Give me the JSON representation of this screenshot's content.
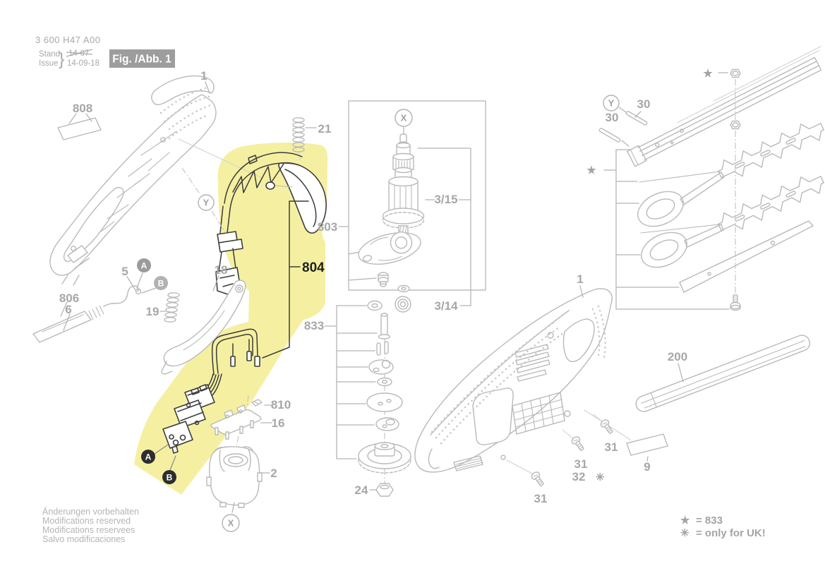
{
  "header": {
    "part_code": "3 600 H47 A00",
    "stand": "Stand",
    "issue": "Issue",
    "brace": "}",
    "date_old": "14-07",
    "date_new": "14-09-18",
    "figure": "Fig. /Abb. 1"
  },
  "labels": {
    "housing_left": "1",
    "label_808": "808",
    "spring_21": "21",
    "guard_804": "804",
    "gear_housing_803": "803",
    "armature_3_15": "3/15",
    "bearing_3_14": "3/14",
    "gear_set_833": "833",
    "nut_24": "24",
    "clip_810": "810",
    "brush_plate_16": "16",
    "stator_2": "2",
    "lever_18": "18",
    "spring_19": "19",
    "cable_5": "5",
    "grommet_806": "806",
    "part_6": "6",
    "marker_a": "A",
    "marker_b": "B",
    "marker_x": "X",
    "marker_y": "Y",
    "pin_30": "30",
    "housing_right": "1",
    "sheath_200": "200",
    "screw_31": "31",
    "screw_32": "32",
    "label_9": "9",
    "star": "★",
    "uk_asterisk": "✳"
  },
  "legend": {
    "star_symbol": "★",
    "star_text": "=  833",
    "uk_symbol": "✳",
    "uk_text": "=  only for UK!"
  },
  "footer": [
    "Änderungen vorbehalten",
    "Modifications reserved",
    "Modifications reservees",
    "Salvo modificaciones"
  ],
  "colors": {
    "highlight": "#f5f0a1",
    "figure_box_bg": "#9d9d9d",
    "line_art": "#b9b9b9",
    "dark_line": "#3c3c3c",
    "label_gray": "#a7a7a7"
  }
}
